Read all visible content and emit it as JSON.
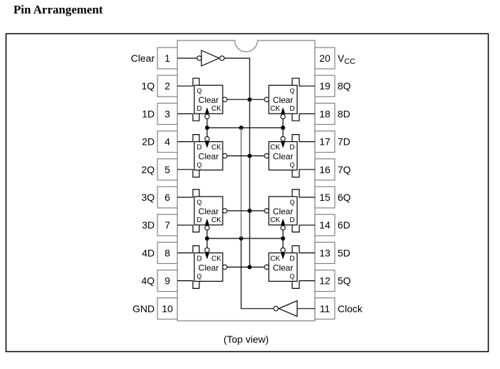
{
  "title": "Pin Arrangement",
  "caption": "(Top view)",
  "ff_labels": {
    "clear": "Clear",
    "q": "Q",
    "d": "D",
    "ck": "CK"
  },
  "pins": [
    {
      "num": "1",
      "name": "Clear"
    },
    {
      "num": "2",
      "name": "1Q"
    },
    {
      "num": "3",
      "name": "1D"
    },
    {
      "num": "4",
      "name": "2D"
    },
    {
      "num": "5",
      "name": "2Q"
    },
    {
      "num": "6",
      "name": "3Q"
    },
    {
      "num": "7",
      "name": "3D"
    },
    {
      "num": "8",
      "name": "4D"
    },
    {
      "num": "9",
      "name": "4Q"
    },
    {
      "num": "10",
      "name": "GND"
    },
    {
      "num": "11",
      "name": "Clock"
    },
    {
      "num": "12",
      "name": "5Q"
    },
    {
      "num": "13",
      "name": "5D"
    },
    {
      "num": "14",
      "name": "6D"
    },
    {
      "num": "15",
      "name": "6Q"
    },
    {
      "num": "16",
      "name": "7Q"
    },
    {
      "num": "17",
      "name": "7D"
    },
    {
      "num": "18",
      "name": "8D"
    },
    {
      "num": "19",
      "name": "8Q"
    },
    {
      "num": "20",
      "name": "V",
      "subscript": "CC"
    }
  ]
}
